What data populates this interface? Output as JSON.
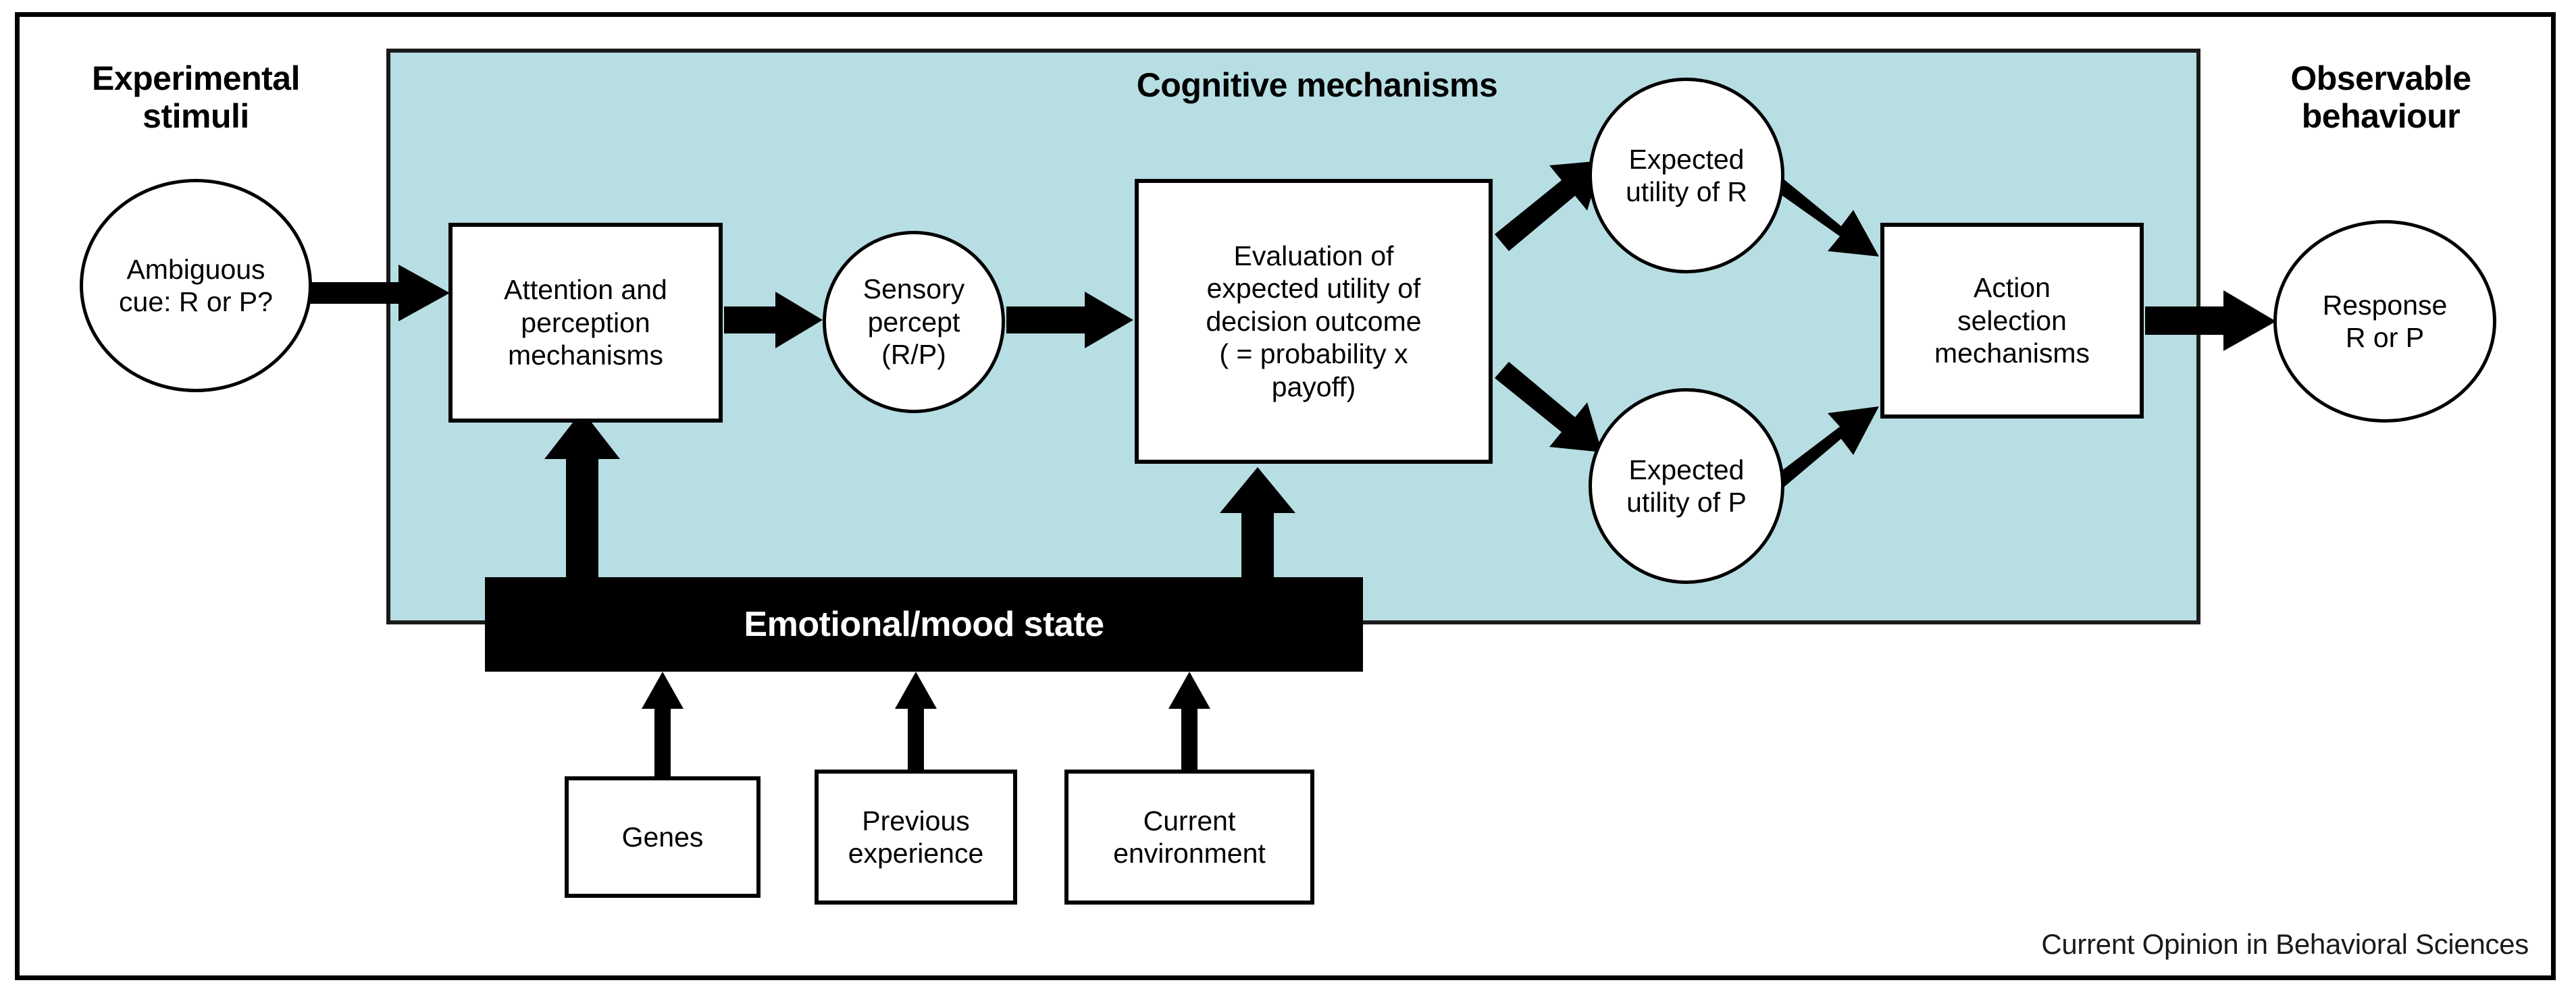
{
  "figure": {
    "credit": "Current Opinion in Behavioral Sciences"
  },
  "sections": {
    "experimental_stimuli": "Experimental\nstimuli",
    "cognitive_mechanisms": "Cognitive mechanisms",
    "observable_behaviour": "Observable\nbehaviour"
  },
  "colors": {
    "panel_fill": "#b7dee3",
    "stroke": "#000000",
    "node_fill": "#ffffff",
    "emotional_bar_fill": "#000000",
    "emotional_bar_text": "#ffffff"
  },
  "nodes": {
    "ambiguous_cue": {
      "label": "Ambiguous\ncue: R or P?",
      "shape": "ellipse"
    },
    "attention": {
      "label": "Attention and\nperception\nmechanisms",
      "shape": "rect"
    },
    "sensory_percept": {
      "label": "Sensory\npercept\n(R/P)",
      "shape": "ellipse"
    },
    "evaluation": {
      "label": "Evaluation of\nexpected utility of\ndecision outcome\n( = probability x\npayoff)",
      "shape": "rect"
    },
    "expected_utility_r": {
      "label": "Expected\nutility of R",
      "shape": "ellipse"
    },
    "expected_utility_p": {
      "label": "Expected\nutility of P",
      "shape": "ellipse"
    },
    "action_selection": {
      "label": "Action\nselection\nmechanisms",
      "shape": "rect"
    },
    "response": {
      "label": "Response\nR or P",
      "shape": "ellipse"
    },
    "emotional_mood_state": {
      "label": "Emotional/mood state",
      "shape": "bar"
    },
    "genes": {
      "label": "Genes",
      "shape": "rect"
    },
    "previous_experience": {
      "label": "Previous\nexperience",
      "shape": "rect"
    },
    "current_environment": {
      "label": "Current\nenvironment",
      "shape": "rect"
    }
  },
  "edges": [
    {
      "from": "ambiguous_cue",
      "to": "attention"
    },
    {
      "from": "attention",
      "to": "sensory_percept"
    },
    {
      "from": "sensory_percept",
      "to": "evaluation"
    },
    {
      "from": "evaluation",
      "to": "expected_utility_r"
    },
    {
      "from": "evaluation",
      "to": "expected_utility_p"
    },
    {
      "from": "expected_utility_r",
      "to": "action_selection"
    },
    {
      "from": "expected_utility_p",
      "to": "action_selection"
    },
    {
      "from": "action_selection",
      "to": "response"
    },
    {
      "from": "emotional_mood_state",
      "to": "attention"
    },
    {
      "from": "emotional_mood_state",
      "to": "evaluation"
    },
    {
      "from": "genes",
      "to": "emotional_mood_state"
    },
    {
      "from": "previous_experience",
      "to": "emotional_mood_state"
    },
    {
      "from": "current_environment",
      "to": "emotional_mood_state"
    }
  ]
}
